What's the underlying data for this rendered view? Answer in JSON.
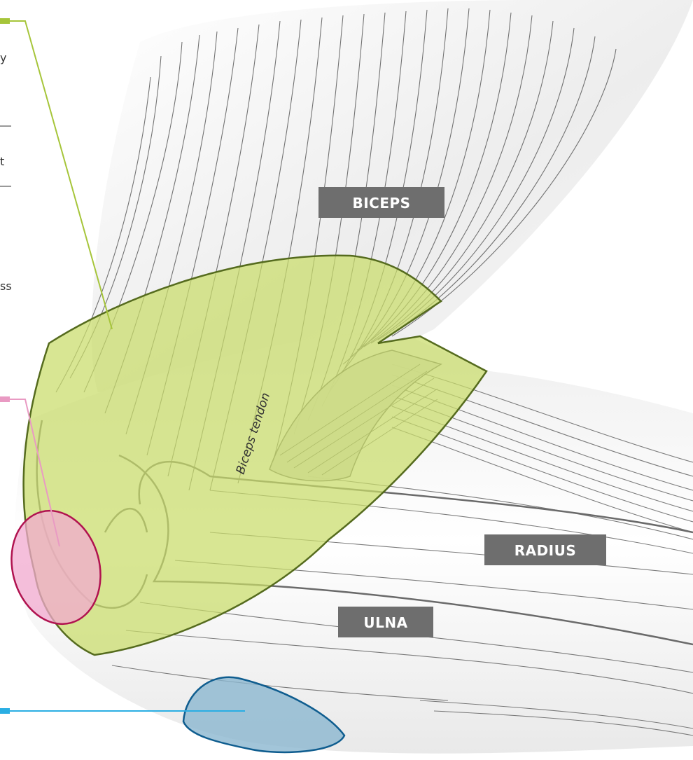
{
  "labels": {
    "biceps": "BICEPS",
    "radius": "RADIUS",
    "ulna": "ULNA",
    "tendon": "Biceps tendon"
  },
  "side_text_fragments": [
    "y",
    "t",
    "ss"
  ],
  "colors": {
    "green_region": "#c9dc6a",
    "green_outline": "#556b1e",
    "green_leader": "#a6c53a",
    "pink_region": "#f2a9cf",
    "pink_outline": "#b0124f",
    "pink_leader": "#e99ac3",
    "blue_region": "#8bb7cf",
    "blue_outline": "#0f5d8f",
    "blue_leader": "#2aaee3",
    "label_bg": "#6e6e6e",
    "fiber": "#5c5c5c",
    "skin": "#efefef"
  }
}
